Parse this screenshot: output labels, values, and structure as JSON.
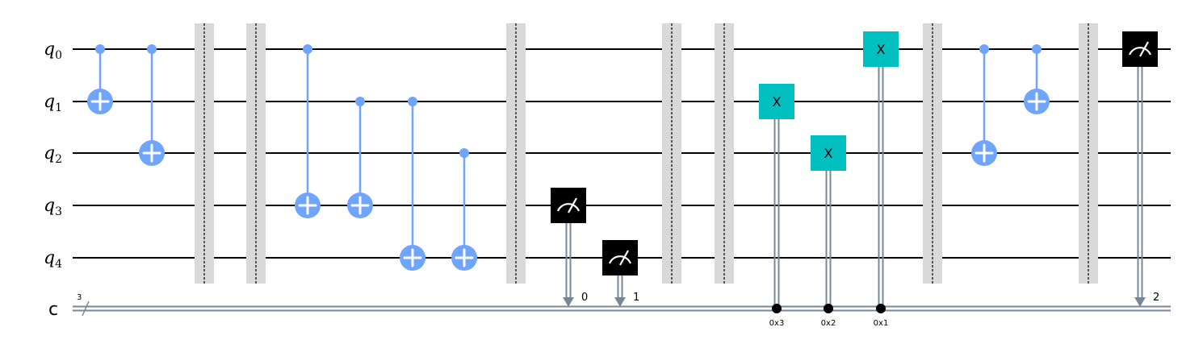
{
  "circuit": {
    "qubits": [
      {
        "letter": "q",
        "index": "0"
      },
      {
        "letter": "q",
        "index": "1"
      },
      {
        "letter": "q",
        "index": "2"
      },
      {
        "letter": "q",
        "index": "3"
      },
      {
        "letter": "q",
        "index": "4"
      }
    ],
    "classical_register": {
      "name": "c",
      "size": "3"
    },
    "colors": {
      "cnot": "#6fa4ff",
      "x_gate": "#00bfbf",
      "measure": "#000000",
      "barrier": "#d9d9d9",
      "classical_wire": "#778899"
    },
    "gates": [
      {
        "type": "cx",
        "control": 0,
        "target": 1
      },
      {
        "type": "cx",
        "control": 0,
        "target": 2
      },
      {
        "type": "barrier"
      },
      {
        "type": "barrier"
      },
      {
        "type": "cx",
        "control": 0,
        "target": 3
      },
      {
        "type": "cx",
        "control": 1,
        "target": 3
      },
      {
        "type": "cx",
        "control": 1,
        "target": 4
      },
      {
        "type": "cx",
        "control": 2,
        "target": 4
      },
      {
        "type": "barrier"
      },
      {
        "type": "measure",
        "qubit": 3,
        "clbit": "0"
      },
      {
        "type": "measure",
        "qubit": 4,
        "clbit": "1"
      },
      {
        "type": "barrier"
      },
      {
        "type": "barrier"
      },
      {
        "type": "c_if_x",
        "qubit": 1,
        "label": "X",
        "condition": "0x3"
      },
      {
        "type": "c_if_x",
        "qubit": 2,
        "label": "X",
        "condition": "0x2"
      },
      {
        "type": "c_if_x",
        "qubit": 0,
        "label": "X",
        "condition": "0x1"
      },
      {
        "type": "barrier"
      },
      {
        "type": "cx",
        "control": 0,
        "target": 2
      },
      {
        "type": "cx",
        "control": 0,
        "target": 1
      },
      {
        "type": "barrier"
      },
      {
        "type": "measure",
        "qubit": 0,
        "clbit": "2"
      }
    ]
  }
}
